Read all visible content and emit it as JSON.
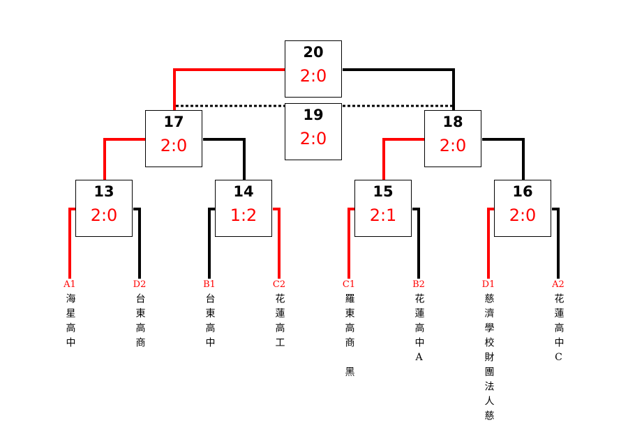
{
  "matches": [
    {
      "id": "20",
      "score": "2:0"
    },
    {
      "id": "19",
      "score": "2:0"
    },
    {
      "id": "17",
      "score": "2:0"
    },
    {
      "id": "18",
      "score": "2:0"
    },
    {
      "id": "13",
      "score": "2:0"
    },
    {
      "id": "14",
      "score": "1:2"
    },
    {
      "id": "15",
      "score": "2:1"
    },
    {
      "id": "16",
      "score": "2:0"
    }
  ],
  "teams": [
    {
      "seed": "A1",
      "name": "海星高中"
    },
    {
      "seed": "D2",
      "name": "台東高商"
    },
    {
      "seed": "B1",
      "name": "台東高中"
    },
    {
      "seed": "C2",
      "name": "花蓮高工"
    },
    {
      "seed": "C1",
      "name": "羅東高商　黑"
    },
    {
      "seed": "B2",
      "name": "花蓮高中A"
    },
    {
      "seed": "D1",
      "name": "慈濟學校財團法人慈"
    },
    {
      "seed": "A2",
      "name": "花蓮高中C"
    }
  ],
  "colors": {
    "winner": "#ff0000",
    "loser": "#000000"
  }
}
